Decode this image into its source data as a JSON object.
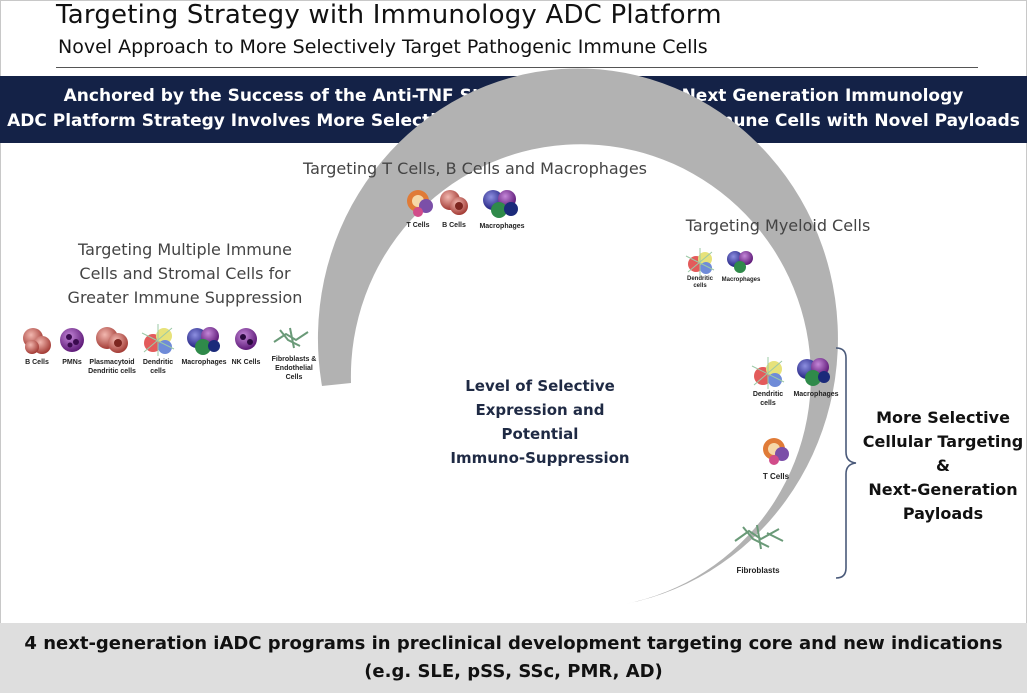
{
  "header": {
    "title": "Targeting Strategy with Immunology ADC Platform",
    "subtitle": "Novel Approach to More Selectively Target Pathogenic Immune Cells"
  },
  "banner": {
    "line1": "Anchored by the Success of the Anti-TNF Steroid ADC in RA, the Next Generation Immunology",
    "line2": "ADC Platform Strategy Involves More Selectively Targeting Pathogenic Immune Cells with Novel Payloads"
  },
  "diagram": {
    "center_line1": "Level of Selective",
    "center_line2": "Expression and Potential",
    "center_line3": "Immuno-Suppression",
    "groups": {
      "multiple": {
        "line1": "Targeting Multiple Immune",
        "line2": "Cells and Stromal Cells for",
        "line3": "Greater Immune Suppression",
        "cells": [
          "B Cells",
          "PMNs",
          "Plasmacytoid Dendritic cells",
          "Dendritic cells",
          "Macrophages",
          "NK Cells",
          "Fibroblasts & Endothelial Cells"
        ]
      },
      "tbm": {
        "heading": "Targeting T Cells, B Cells and Macrophages",
        "cells": [
          "T Cells",
          "B Cells",
          "Macrophages"
        ]
      },
      "myeloid": {
        "heading": "Targeting Myeloid Cells",
        "cells": [
          "Dendritic cells",
          "Macrophages"
        ]
      },
      "selective": {
        "cells": [
          "Dendritic cells",
          "Macrophages",
          "T Cells",
          "Fibroblasts"
        ]
      }
    },
    "side_text": {
      "line1": "More Selective",
      "line2": "Cellular Targeting",
      "line3": "&",
      "line4": "Next-Generation",
      "line5": "Payloads"
    }
  },
  "footer": {
    "line1": "4 next-generation iADC programs in preclinical development targeting core and new indications",
    "line2": "(e.g. SLE, pSS, SSc, PMR, AD)"
  },
  "colors": {
    "banner_bg": "#142247",
    "arc": "#b2b2b2",
    "footer_bg": "#dedede",
    "center_text": "#1f2a44"
  },
  "icons": [
    "t-cell-icon",
    "b-cell-icon",
    "macrophage-icon",
    "dendritic-cell-icon",
    "pmn-icon",
    "nk-cell-icon",
    "fibroblast-icon"
  ]
}
